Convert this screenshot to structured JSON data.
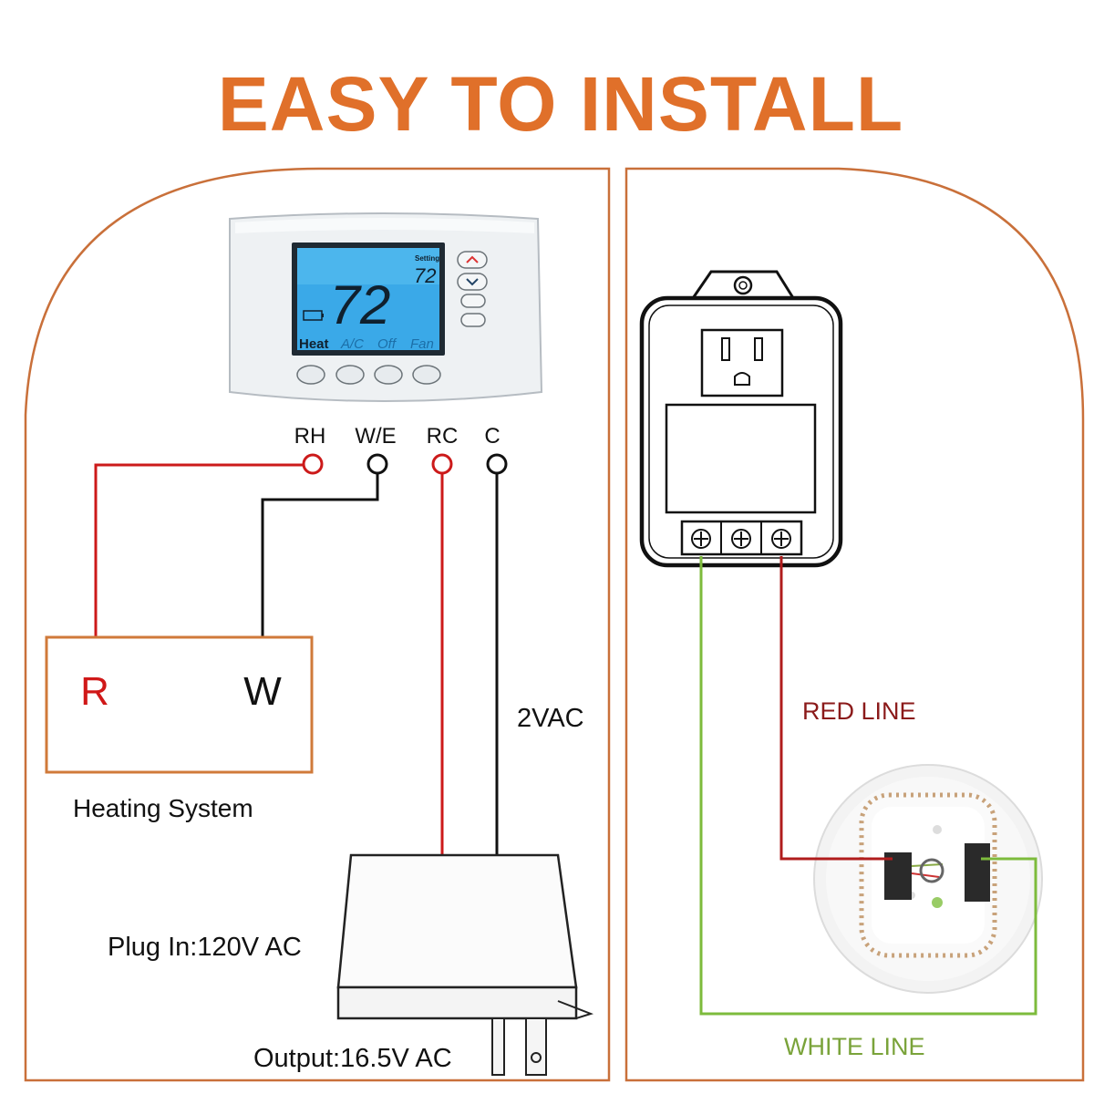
{
  "title": "EASY TO INSTALL",
  "colors": {
    "accent": "#e0702a",
    "red_wire": "#cc1a1a",
    "green_wire": "#7dbb3c",
    "lcd": "#29b6f6"
  },
  "thermostat": {
    "temperature": "72",
    "setting_label": "Setting",
    "setting_value": "72",
    "modes": [
      "Heat",
      "A/C",
      "Off",
      "Fan"
    ]
  },
  "terminals": [
    "RH",
    "W/E",
    "RC",
    "C"
  ],
  "heating_system": {
    "terminals": [
      "R",
      "W"
    ],
    "label": "Heating System"
  },
  "voltage_label": "2VAC",
  "transformer": {
    "plug_in": "Plug In:120V AC",
    "output": "Output:16.5V AC"
  },
  "right_panel": {
    "red_line_label": "RED LINE",
    "white_line_label": "WHITE LINE"
  }
}
